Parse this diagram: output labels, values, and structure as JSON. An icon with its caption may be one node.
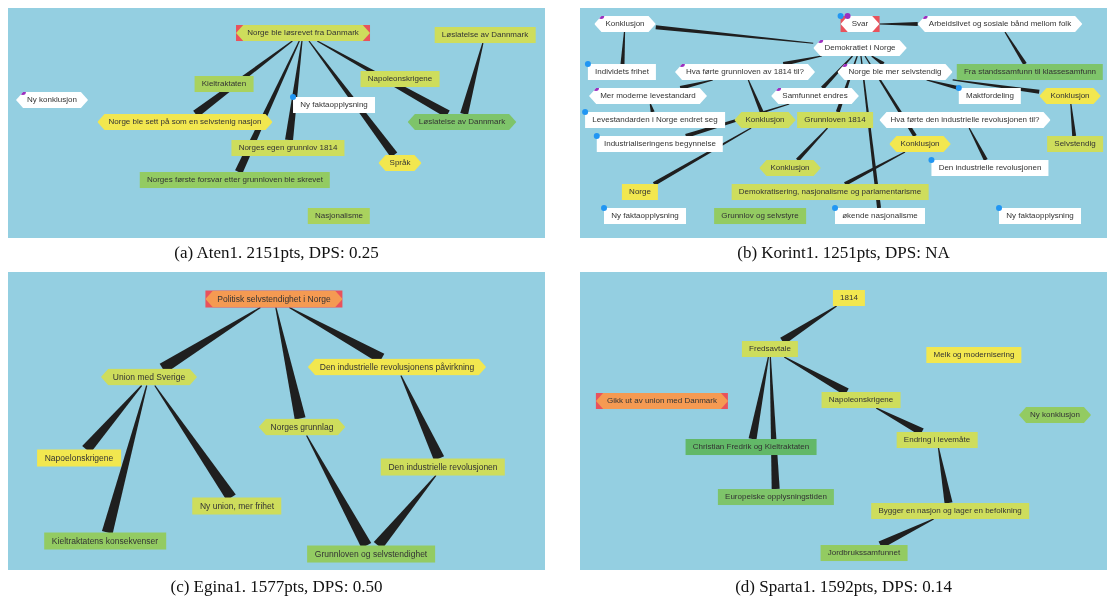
{
  "diagram": {
    "nodes": [
      {
        "text": [],
        "shape": "box",
        "beside": [
          "(a) Aten1. 2151pts, DPS: 0.25"
        ]
      },
      {
        "text": [
          "Norge ble løsrevet fra Danmark"
        ],
        "in": 0
      },
      {
        "text": [
          "Løslatelse av Dannmark"
        ],
        "in": 0
      },
      {
        "text": [
          "Ny konklusjon"
        ],
        "in": 0
      },
      {
        "text": [
          "Kieltraktaten"
        ],
        "in": 0
      },
      {
        "text": [
          "Napoleonskrigene"
        ],
        "in": 0
      },
      {
        "text": [
          "Ny faktaopplysning"
        ],
        "in": 0
      },
      {
        "text": [
          "Norge ble sett på som en selvstenig nasjon"
        ],
        "in": 0
      },
      {
        "text": [
          "Løslatelse av Dannmark"
        ],
        "in": 0
      },
      {
        "text": [
          "Norges egen grunnlov 1814"
        ],
        "in": 0
      },
      {
        "text": [
          "Språk"
        ],
        "in": 0
      },
      {
        "text": [
          "Norges første forsvar etter grunnloven ble skrevet"
        ],
        "in": 0
      },
      {
        "text": [
          "Nasjonalisme"
        ],
        "in": 0
      },
      {
        "text": [],
        "shape": "box",
        "beside": [
          "(b) Korint1. 1251pts, DPS: NA"
        ]
      },
      {
        "text": [
          "Ny faktaopplysning"
        ],
        "in": 13
      },
      {
        "text": [
          "Svar"
        ],
        "in": 13
      },
      {
        "text": [
          "Arbeidslivet og sosiale bånd mellom folk"
        ],
        "in": 13
      },
      {
        "text": [
          "Demokratiet i Norge"
        ],
        "in": 13
      },
      {
        "text": [
          "Konklusjon"
        ],
        "in": 13
      },
      {
        "text": [
          "Hva førte grunnloven av 1814 til?"
        ],
        "in": 13
      },
      {
        "text": [
          "Samfunnet endres"
        ],
        "in": 13
      },
      {
        "text": [
          "Norge ble mer selvstendig"
        ],
        "in": 13
      },
      {
        "text": [
          "Grunnloven 1814"
        ],
        "in": 13
      },
      {
        "text": [
          "Konklusjon"
        ],
        "in": 13
      },
      {
        "text": [
          "Mer moderne levestandard"
        ],
        "in": 13
      },
      {
        "text": [
          "Hva førte den industrielle revolusjonen til?"
        ],
        "in": 13
      },
      {
        "text": [
          "Fra standssamfunn til klassesamfunn"
        ],
        "in": 13
      },
      {
        "text": [
          "Individets frihet"
        ],
        "in": 13
      },
      {
        "text": [
          "Konklusjon"
        ],
        "in": 13
      },
      {
        "text": [
          "Konklusjon"
        ],
        "in": 13
      },
      {
        "text": [
          "Grunnlov og selvstyre"
        ],
        "in": 13
      },
      {
        "text": [
          "Maktfordeling"
        ],
        "in": 13
      },
      {
        "text": [
          "Selvstendig"
        ],
        "in": 13
      },
      {
        "text": [
          "Industrialiseringens begynnelse"
        ],
        "in": 13
      },
      {
        "text": [
          "Konklusjon"
        ],
        "in": 13
      },
      {
        "text": [
          "Den industrielle revolusjonen"
        ],
        "in": 13
      },
      {
        "text": [
          "økende nasjonalisme"
        ],
        "in": 13
      },
      {
        "text": [
          "Levestandarden i Norge endret seg"
        ],
        "in": 13
      },
      {
        "text": [
          "Norge"
        ],
        "in": 13
      },
      {
        "text": [
          "Demokratisering, nasjonalisme og parlamentarisme"
        ],
        "in": 13
      },
      {
        "text": [
          "Ny faktaopplysning"
        ],
        "in": 13
      },
      {
        "text": [],
        "shape": "box",
        "beside": [
          "(c) Egina1. 1577pts, DPS: 0.50"
        ]
      },
      {
        "text": [
          "Politisk selvstendighet i Norge"
        ],
        "in": 41
      },
      {
        "text": [
          "Union med Sverige"
        ],
        "in": 41
      },
      {
        "text": [
          "Den industrielle revolusjonens påvirkning"
        ],
        "in": 41
      },
      {
        "text": [
          "Norges grunnlag"
        ],
        "in": 41
      },
      {
        "text": [
          "Napoelonskrigene"
        ],
        "in": 41
      },
      {
        "text": [
          "Den industrielle revolusjonen"
        ],
        "in": 41
      },
      {
        "text": [
          "Ny union, mer frihet"
        ],
        "in": 41
      },
      {
        "text": [
          "Kieltraktatens konsekvenser"
        ],
        "in": 41
      },
      {
        "text": [
          "Grunnloven og selvstendighet"
        ],
        "in": 41
      },
      {
        "text": [],
        "shape": "box",
        "beside": [
          "(d) Sparta1. 1592pts, DPS: 0.14"
        ]
      },
      {
        "text": [
          "1814"
        ],
        "in": 51
      },
      {
        "text": [
          "Fredsavtale"
        ],
        "in": 51
      },
      {
        "text": [
          "Melk og modernisering"
        ],
        "in": 51
      },
      {
        "text": [
          "Gikk ut av union med Danmark"
        ],
        "in": 51
      },
      {
        "text": [
          "Napoleonskrigene"
        ],
        "in": 51
      },
      {
        "text": [
          "Ny konklusjon"
        ],
        "in": 51
      },
      {
        "text": [
          "Endring i levemåte"
        ],
        "in": 51
      },
      {
        "text": [
          "Christian Fredrik og Kieltraktaten"
        ],
        "in": 51
      },
      {
        "text": [
          "Europeiske opplysningstiden"
        ],
        "in": 51
      },
      {
        "text": [
          "Bygger en nasjon og lager en befolkning"
        ],
        "in": 51
      },
      {
        "text": [
          "Jordbrukssamfunnet"
        ],
        "in": 51
      }
    ],
    "edges": [
      {
        "from": 1,
        "to": 7,
        "arrow": "none"
      },
      {
        "from": 1,
        "to": 11,
        "arrow": "none"
      },
      {
        "from": 1,
        "to": 9,
        "arrow": "none"
      },
      {
        "from": 1,
        "to": 10,
        "arrow": "none"
      },
      {
        "from": 1,
        "to": 8,
        "arrow": "none"
      },
      {
        "from": 2,
        "to": 8,
        "arrow": "none"
      },
      {
        "from": 17,
        "to": 18,
        "arrow": "none"
      },
      {
        "from": 18,
        "to": 27,
        "arrow": "none"
      },
      {
        "from": 15,
        "to": 16,
        "arrow": "none"
      },
      {
        "from": 16,
        "to": 26,
        "arrow": "none"
      },
      {
        "from": 17,
        "to": 19,
        "arrow": "none"
      },
      {
        "from": 17,
        "to": 20,
        "arrow": "none"
      },
      {
        "from": 19,
        "to": 24,
        "arrow": "none"
      },
      {
        "from": 24,
        "to": 37,
        "arrow": "none"
      },
      {
        "from": 20,
        "to": 33,
        "arrow": "none"
      },
      {
        "from": 19,
        "to": 28,
        "arrow": "none"
      },
      {
        "from": 28,
        "to": 38,
        "arrow": "none"
      },
      {
        "from": 17,
        "to": 22,
        "arrow": "none"
      },
      {
        "from": 22,
        "to": 34,
        "arrow": "none"
      },
      {
        "from": 25,
        "to": 35,
        "arrow": "none"
      },
      {
        "from": 17,
        "to": 21,
        "arrow": "none"
      },
      {
        "from": 21,
        "to": 23,
        "arrow": "none"
      },
      {
        "from": 23,
        "to": 32,
        "arrow": "none"
      },
      {
        "from": 21,
        "to": 31,
        "arrow": "none"
      },
      {
        "from": 17,
        "to": 36,
        "arrow": "none"
      },
      {
        "from": 17,
        "to": 29,
        "arrow": "none"
      },
      {
        "from": 29,
        "to": 39,
        "arrow": "none"
      },
      {
        "from": 42,
        "to": 43,
        "arrow": "none"
      },
      {
        "from": 42,
        "to": 45,
        "arrow": "none"
      },
      {
        "from": 42,
        "to": 44,
        "arrow": "none"
      },
      {
        "from": 43,
        "to": 46,
        "arrow": "none"
      },
      {
        "from": 43,
        "to": 49,
        "arrow": "none"
      },
      {
        "from": 43,
        "to": 48,
        "arrow": "none"
      },
      {
        "from": 45,
        "to": 50,
        "arrow": "none"
      },
      {
        "from": 44,
        "to": 47,
        "arrow": "none"
      },
      {
        "from": 47,
        "to": 50,
        "arrow": "none"
      },
      {
        "from": 52,
        "to": 53,
        "arrow": "none"
      },
      {
        "from": 53,
        "to": 59,
        "arrow": "none"
      },
      {
        "from": 53,
        "to": 60,
        "arrow": "none"
      },
      {
        "from": 53,
        "to": 56,
        "arrow": "none"
      },
      {
        "from": 56,
        "to": 58,
        "arrow": "none"
      },
      {
        "from": 58,
        "to": 61,
        "arrow": "none"
      },
      {
        "from": 61,
        "to": 62,
        "arrow": "none"
      }
    ]
  }
}
